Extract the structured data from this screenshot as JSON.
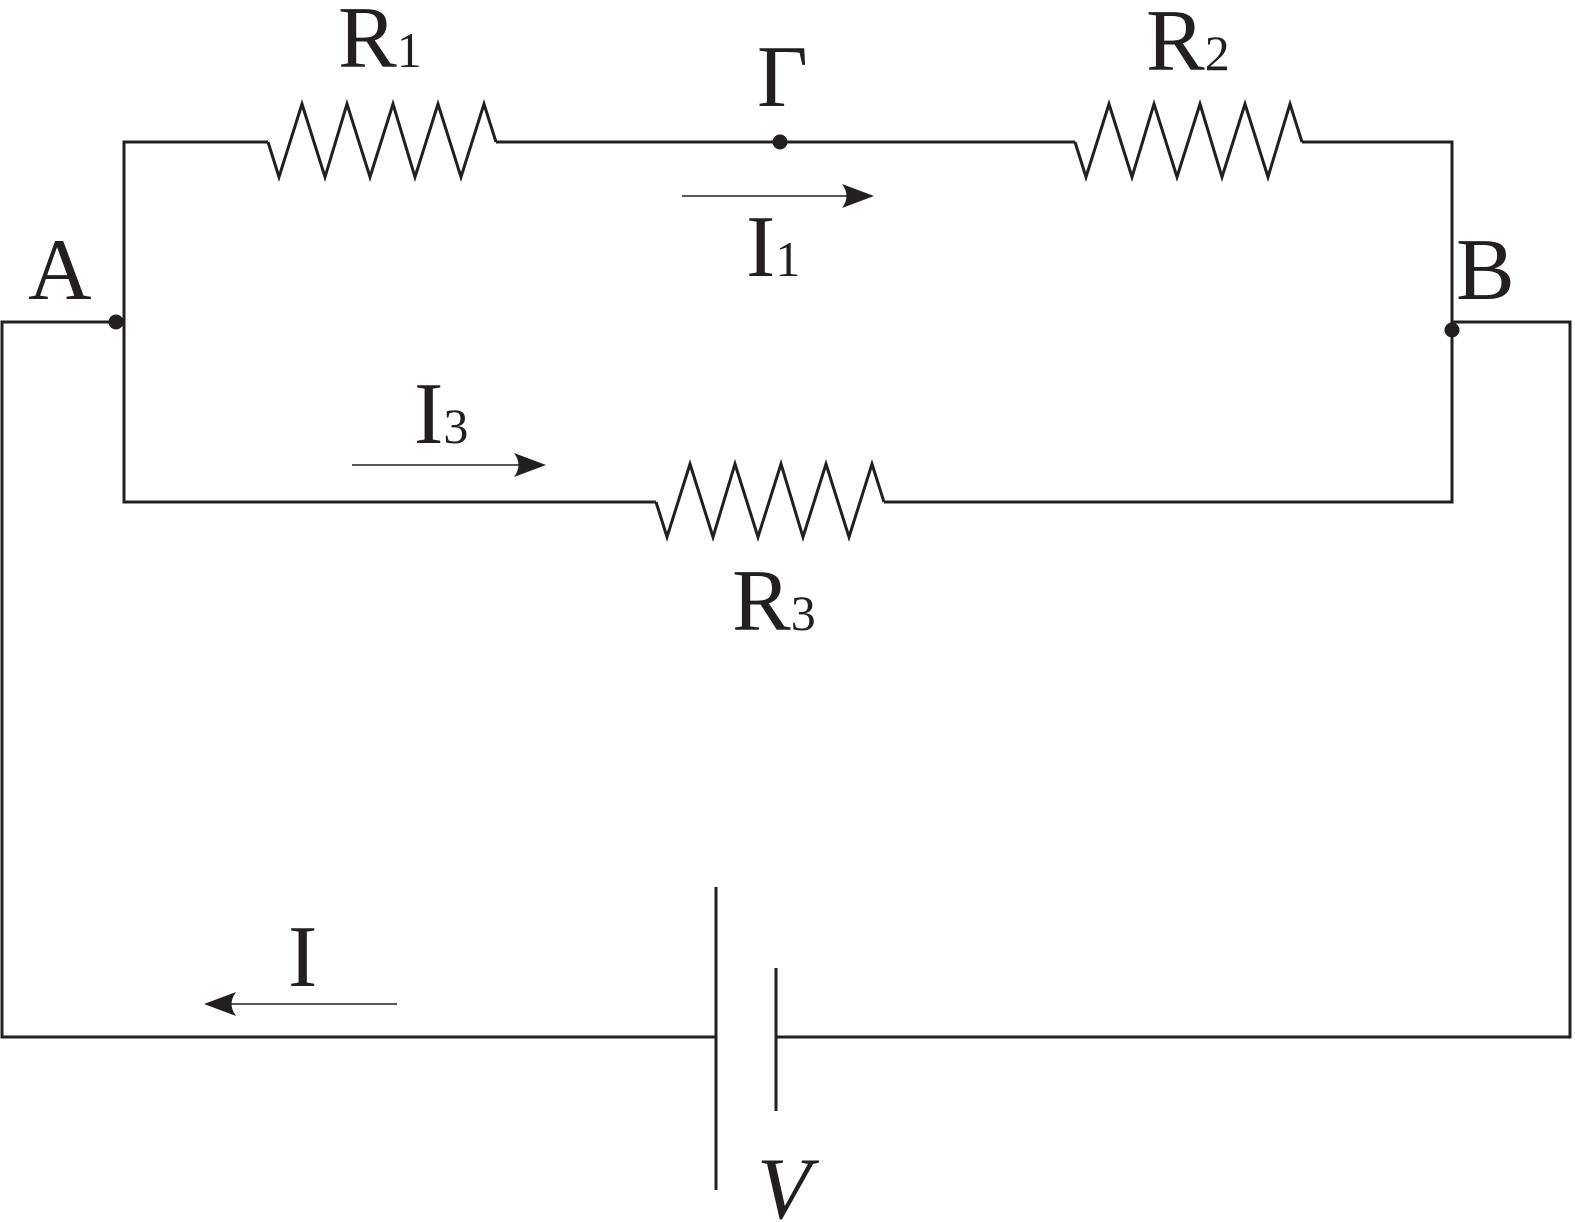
{
  "nodes": {
    "A": "A",
    "B": "B",
    "Gamma": "Γ"
  },
  "resistors": {
    "R1": {
      "symbol": "R",
      "index": "1"
    },
    "R2": {
      "symbol": "R",
      "index": "2"
    },
    "R3": {
      "symbol": "R",
      "index": "3"
    }
  },
  "currents": {
    "I1": {
      "symbol": "I",
      "index": "1"
    },
    "I3": {
      "symbol": "I",
      "index": "3"
    },
    "I": {
      "symbol": "I"
    }
  },
  "source": {
    "label": "V"
  }
}
